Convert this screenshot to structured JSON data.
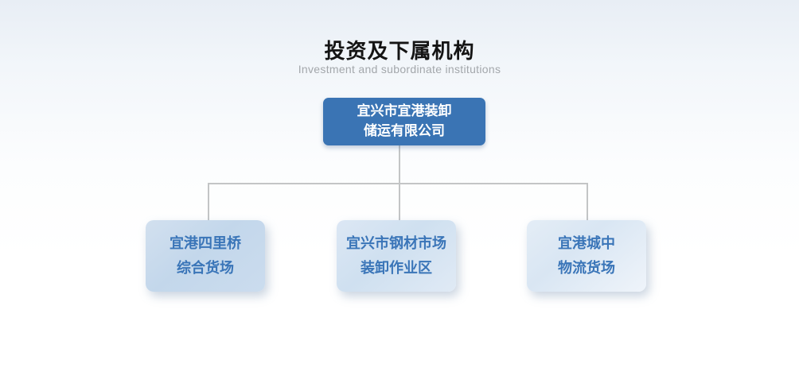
{
  "header": {
    "title": "投资及下属机构",
    "subtitle": "Investment and subordinate institutions"
  },
  "org_chart": {
    "root": {
      "label": "宜兴市宜港装卸\n储运有限公司"
    },
    "children": [
      {
        "label": "宜港四里桥\n综合货场"
      },
      {
        "label": "宜兴市钢材市场\n装卸作业区"
      },
      {
        "label": "宜港城中\n物流货场"
      }
    ]
  },
  "colors": {
    "root_box": "#3a74b4",
    "child_box_light": "#cfe0f0",
    "child_text": "#3a75b8",
    "connector_line": "#c3c5c6",
    "title_text": "#141414",
    "subtitle_text": "#a3a7ab"
  }
}
